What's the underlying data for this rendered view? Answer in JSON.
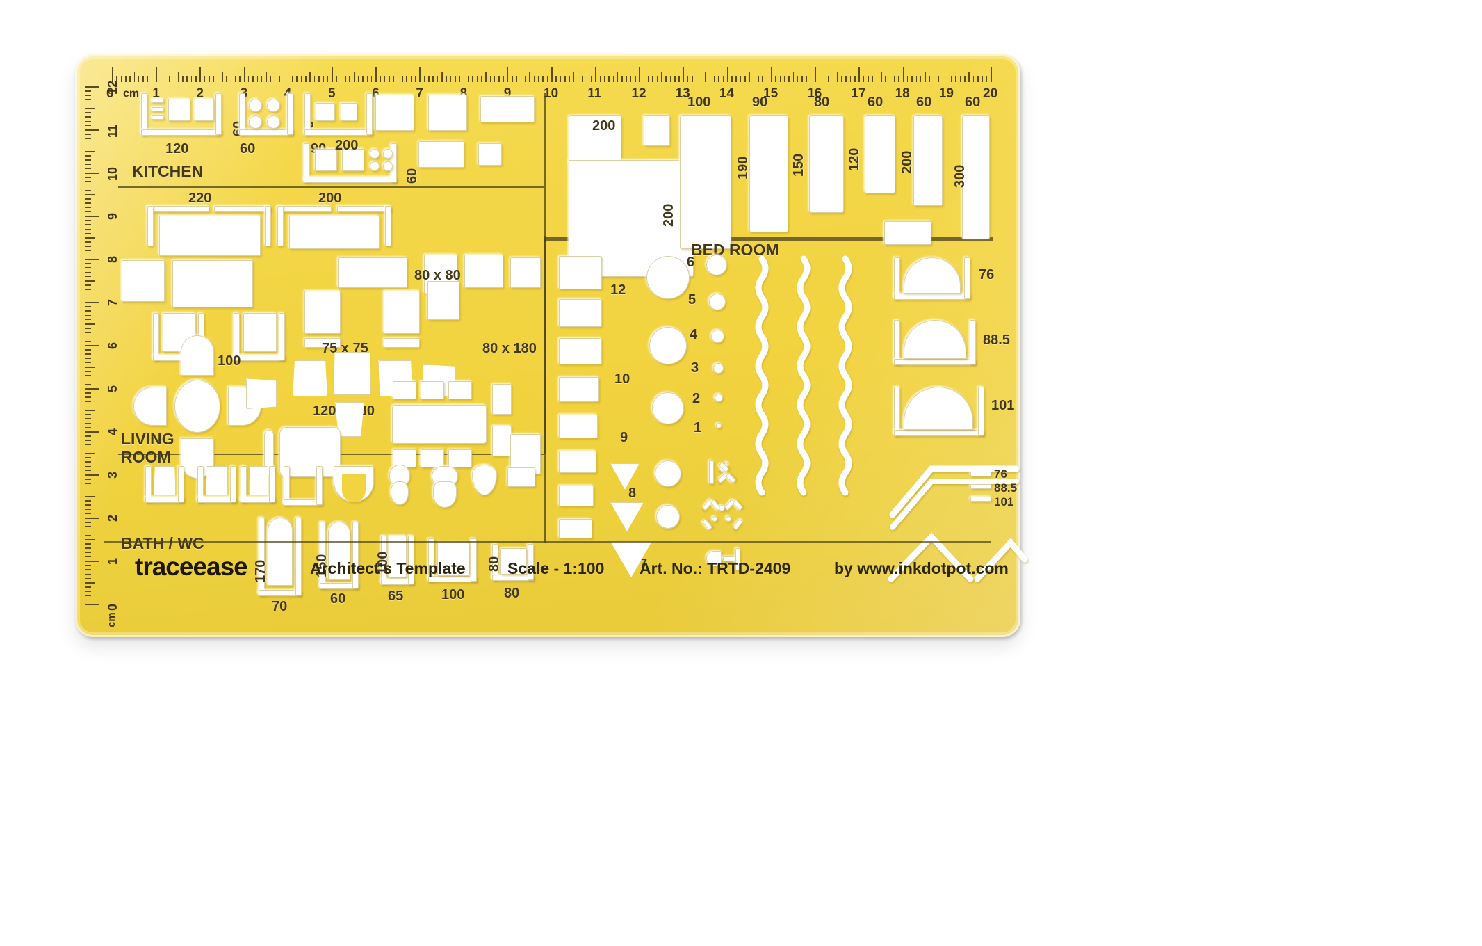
{
  "product": {
    "brand": "traceease",
    "title": "Architect's Template",
    "scale": "Scale - 1:100",
    "art_no": "Art. No.: TRTD-2409",
    "website": "by www.inkdotpot.com",
    "body_color": "#f2d340",
    "cut_color": "#ffffff",
    "ink_color": "#43381a"
  },
  "rulers": {
    "top_unit": "cm",
    "top_zero_label": "0",
    "top_numbers": [
      "1",
      "2",
      "3",
      "4",
      "5",
      "6",
      "7",
      "8",
      "9",
      "10",
      "11",
      "12",
      "13",
      "14",
      "15",
      "16",
      "17",
      "18",
      "19",
      "20"
    ],
    "left_unit": "cm",
    "left_zero_label": "0",
    "left_numbers": [
      "1",
      "2",
      "3",
      "4",
      "5",
      "6",
      "7",
      "8",
      "9",
      "10",
      "11",
      "12"
    ]
  },
  "sections": {
    "kitchen": "KITCHEN",
    "living_room_line1": "LIVING",
    "living_room_line2": "ROOM",
    "bath_wc": "BATH / WC",
    "bed_room": "BED ROOM"
  },
  "kitchen_labels": {
    "sink_width": "120",
    "sink_depth": "60",
    "hob_width": "60",
    "hob_depth": "60",
    "counter_width": "90",
    "counter_depth": "60",
    "long_counter_width": "200",
    "long_counter_depth": "60"
  },
  "living_labels": {
    "sofa3_width": "220",
    "sofa2_width": "200",
    "table_80x80": "80 x 80",
    "table_75x75": "75 x 75",
    "table_80x180": "80 x 180",
    "round_table_100": "100",
    "table_120x180": "120 x 180"
  },
  "bath_labels": {
    "door_170": "170",
    "door_150": "150",
    "door_100": "100",
    "door_80": "80",
    "w_70": "70",
    "w_60": "60",
    "w_65": "65",
    "w_100": "100",
    "w_80": "80"
  },
  "bedroom_labels": {
    "wardrobe_200_top": "200",
    "wardrobe_200_a": "200",
    "wardrobe_200_b": "200",
    "bed_double_w": "100",
    "bed_double_h": "190",
    "bed_b_w": "90",
    "bed_b_h": "150",
    "bed_c_w": "80",
    "bed_c_h": "120",
    "bed_d_w": "60",
    "bed_d_h": "200",
    "bed_e_w": "60",
    "bed_f_w": "60",
    "bed_f_h": "300"
  },
  "symbols": {
    "circle_numbers": [
      "6",
      "5",
      "4",
      "3",
      "2",
      "1"
    ],
    "rect_numbers": [
      "12",
      "10",
      "9",
      "8",
      "7"
    ],
    "stair_arc_labels": [
      "76",
      "88.5",
      "101"
    ],
    "roof_labels": [
      "76",
      "88.5",
      "101"
    ]
  }
}
